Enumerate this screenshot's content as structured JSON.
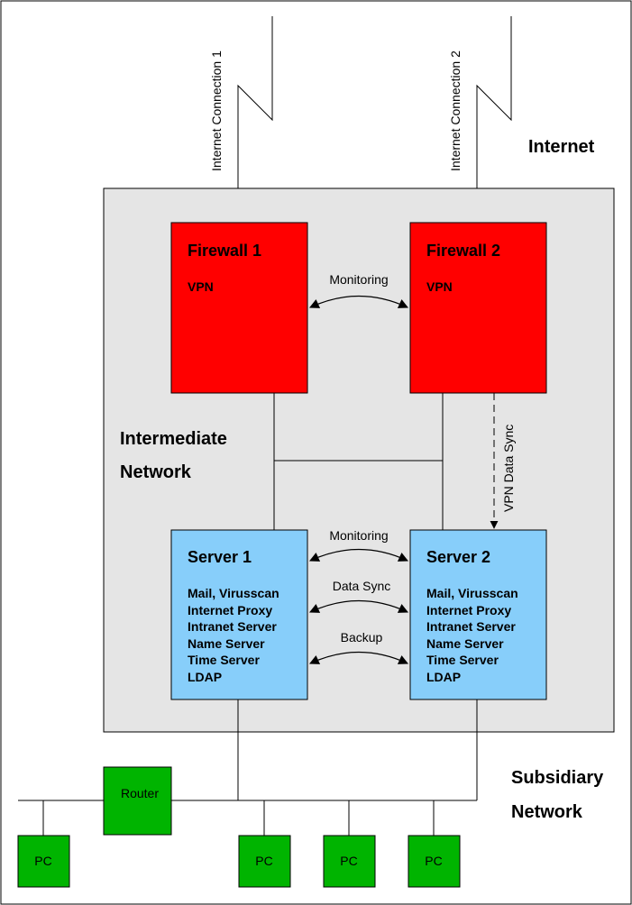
{
  "regions": {
    "internet": "Internet",
    "intermediate_line1": "Intermediate",
    "intermediate_line2": "Network",
    "subsidiary_line1": "Subsidiary",
    "subsidiary_line2": "Network"
  },
  "connections": {
    "internet_1": "Internet Connection 1",
    "internet_2": "Internet Connection 2"
  },
  "firewalls": [
    {
      "title": "Firewall 1",
      "subtitle": "VPN"
    },
    {
      "title": "Firewall 2",
      "subtitle": "VPN"
    }
  ],
  "servers": [
    {
      "title": "Server 1",
      "services": [
        "Mail, Virusscan",
        "Internet Proxy",
        "Intranet Server",
        "Name Server",
        "Time Server",
        "LDAP"
      ]
    },
    {
      "title": "Server 2",
      "services": [
        "Mail, Virusscan",
        "Internet Proxy",
        "Intranet Server",
        "Name Server",
        "Time Server",
        "LDAP"
      ]
    }
  ],
  "links": {
    "firewall_monitoring": "Monitoring",
    "server_monitoring": "Monitoring",
    "data_sync": "Data Sync",
    "backup": "Backup",
    "vpn_data_sync": "VPN Data Sync"
  },
  "subsidiary": {
    "router": "Router",
    "pcs": [
      "PC",
      "PC",
      "PC",
      "PC"
    ]
  },
  "colors": {
    "firewall_fill": "#ff0000",
    "server_fill": "#87cefa",
    "subsidiary_fill": "#00b400",
    "intermediate_fill": "#e5e5e5"
  }
}
